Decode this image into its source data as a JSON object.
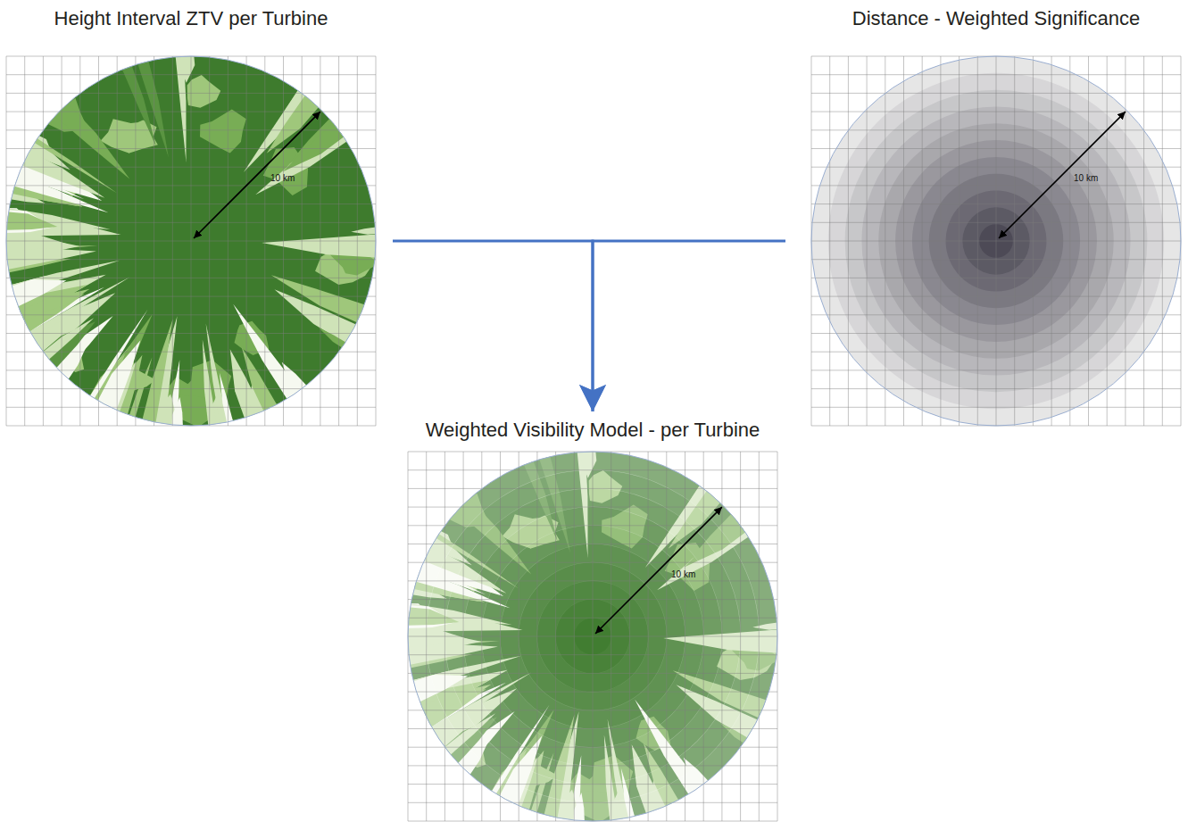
{
  "diagram": {
    "nodes": [
      {
        "text": [
          "Height Interval ZTV per Turbine",
          "10 km"
        ]
      },
      {
        "text": [
          "Distance - Weighted Significance",
          "10 km"
        ]
      },
      {
        "text": [
          "Weighted Visibility Model - per Turbine",
          "10 km"
        ]
      }
    ],
    "edges": [
      {
        "from": 0,
        "to": 2,
        "arrow": "to"
      },
      {
        "from": 1,
        "to": 2,
        "arrow": "to"
      }
    ]
  }
}
